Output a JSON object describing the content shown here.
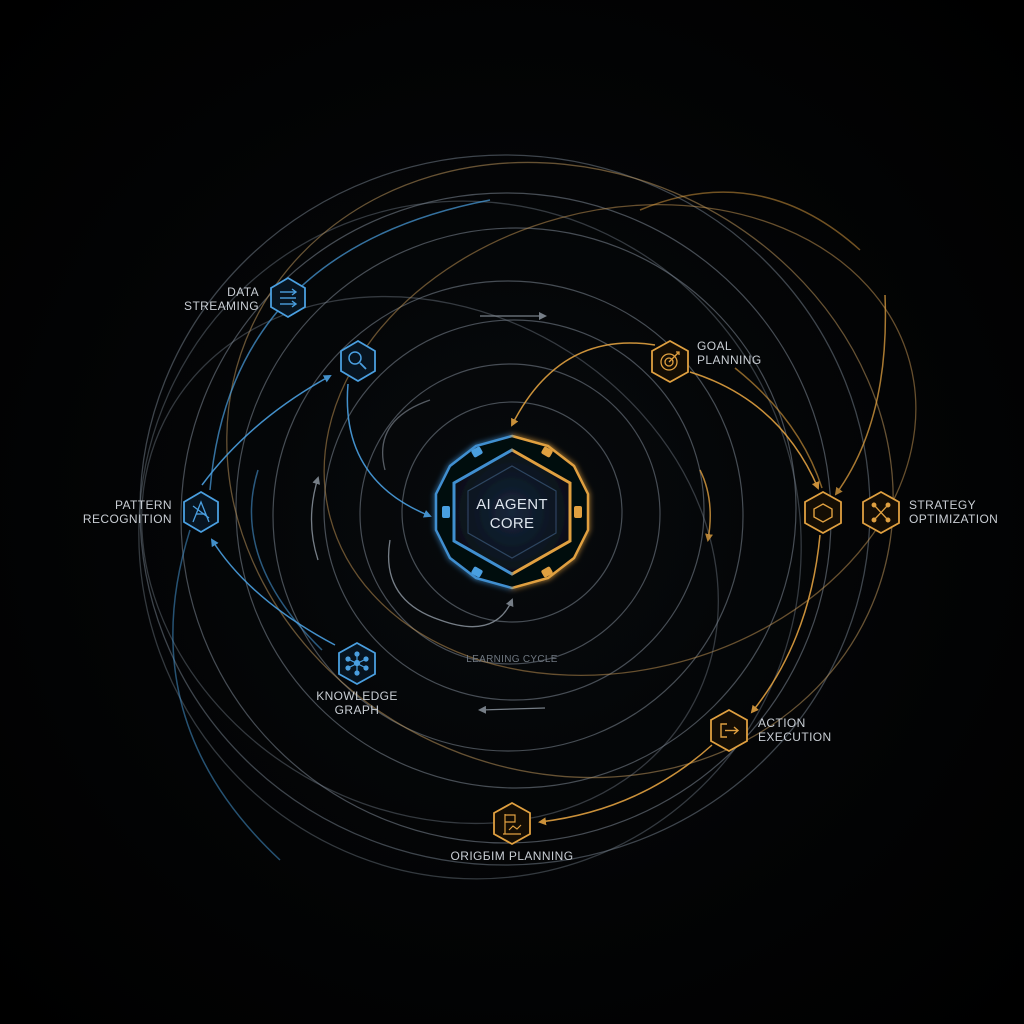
{
  "core": {
    "line1": "AI AGENT",
    "line2": "CORE"
  },
  "cycle_label": "LEARNING CYCLE",
  "nodes": {
    "data_streaming": {
      "line1": "DATA",
      "line2": "STREAMING",
      "icon": "data-stream-icon"
    },
    "search": {
      "icon": "search-icon"
    },
    "pattern_recognition": {
      "line1": "PATTERN",
      "line2": "RECOGNITION",
      "icon": "pattern-icon"
    },
    "knowledge_graph": {
      "line1": "KNOWLEDGE",
      "line2": "GRAPH",
      "icon": "network-icon"
    },
    "goal_planning": {
      "line1": "GOAL",
      "line2": "PLANNING",
      "icon": "target-icon"
    },
    "hub": {
      "icon": "hexagon-icon"
    },
    "strategy_optimization": {
      "line1": "STRATEGY",
      "line2": "OPTIMIZATION",
      "icon": "crossed-arrows-icon"
    },
    "action_execution": {
      "line1": "ACTION",
      "line2": "EXECUTION",
      "icon": "exit-arrow-icon"
    },
    "origin_planning": {
      "line1": "ORIGБIM PLANNING",
      "icon": "flag-chart-icon"
    }
  },
  "colors": {
    "background": "#000000",
    "blue": "#4a9fe0",
    "blue_soft": "#5b8fb8",
    "gold": "#e0a040",
    "gold_soft": "#c99a55",
    "gray_ring": "#7d8793",
    "label": "#c9ced4"
  }
}
